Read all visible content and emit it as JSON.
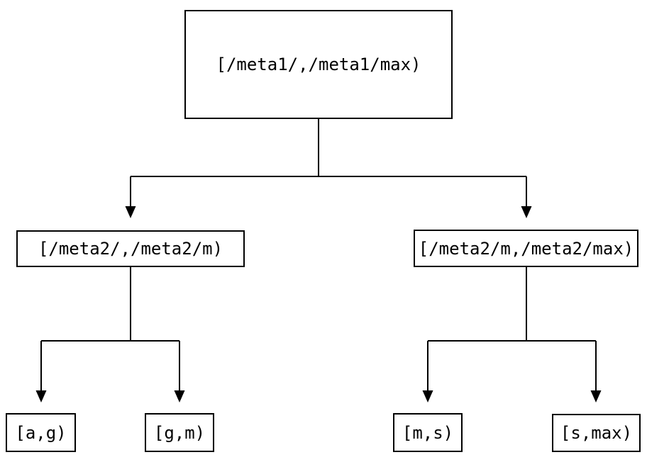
{
  "diagram": {
    "type": "tree",
    "background_color": "#ffffff",
    "line_color": "#000000",
    "text_color": "#000000",
    "nodes": {
      "root": {
        "label": "[/meta1/,/meta1/max)"
      },
      "left": {
        "label": "[/meta2/,/meta2/m)"
      },
      "right": {
        "label": "[/meta2/m,/meta2/max)"
      },
      "leaf_ag": {
        "label": "[a,g)"
      },
      "leaf_gm": {
        "label": "[g,m)"
      },
      "leaf_ms": {
        "label": "[m,s)"
      },
      "leaf_smax": {
        "label": "[s,max)"
      }
    },
    "edges": [
      {
        "from": "root",
        "to": "left",
        "arrow": "down"
      },
      {
        "from": "root",
        "to": "right",
        "arrow": "down"
      },
      {
        "from": "left",
        "to": "leaf_ag",
        "arrow": "down"
      },
      {
        "from": "left",
        "to": "leaf_gm",
        "arrow": "down"
      },
      {
        "from": "right",
        "to": "leaf_ms",
        "arrow": "down"
      },
      {
        "from": "right",
        "to": "leaf_smax",
        "arrow": "down"
      }
    ]
  }
}
